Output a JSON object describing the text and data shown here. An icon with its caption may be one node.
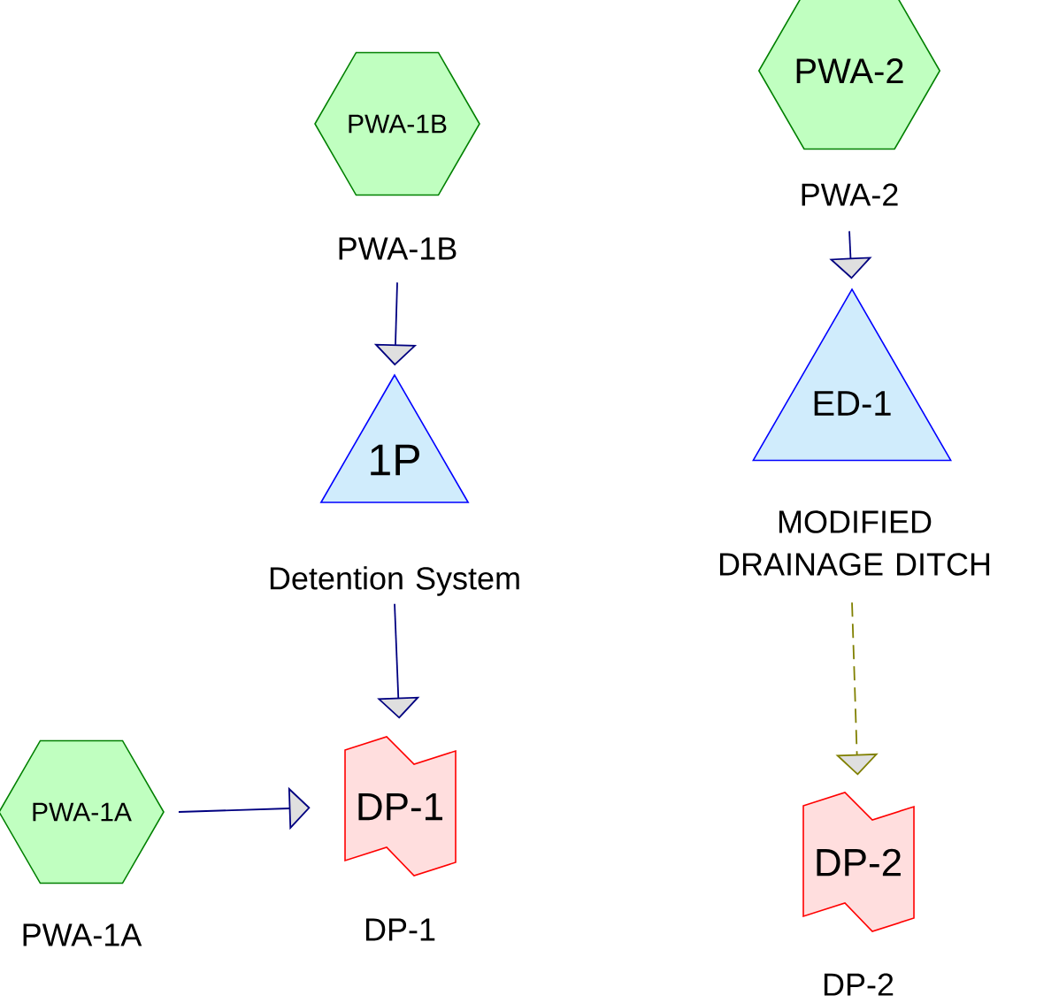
{
  "diagram": {
    "nodes": [
      {
        "text": [
          "PWA-1B"
        ],
        "beside": [
          "PWA-1B"
        ]
      },
      {
        "text": [
          "1P"
        ],
        "beside": [
          "Detention System"
        ]
      },
      {
        "text": [
          "PWA-1A"
        ],
        "beside": [
          "PWA-1A"
        ]
      },
      {
        "text": [
          "DP-1"
        ],
        "beside": [
          "DP-1"
        ]
      },
      {
        "text": [
          "PWA-2"
        ],
        "beside": [
          "PWA-2"
        ]
      },
      {
        "text": [
          "ED-1"
        ],
        "beside": [
          "MODIFIED DRAINAGE DITCH"
        ]
      },
      {
        "text": [
          "DP-2"
        ],
        "beside": [
          "DP-2"
        ]
      }
    ],
    "edges": [
      {
        "from": 0,
        "to": 1,
        "arrow": "to"
      },
      {
        "from": 1,
        "to": 3,
        "arrow": "to"
      },
      {
        "from": 2,
        "to": 3,
        "arrow": "to"
      },
      {
        "from": 4,
        "to": 5,
        "arrow": "to"
      },
      {
        "from": 5,
        "to": 6,
        "arrow": "to",
        "style": "dashed",
        "color": "#808000"
      }
    ]
  }
}
